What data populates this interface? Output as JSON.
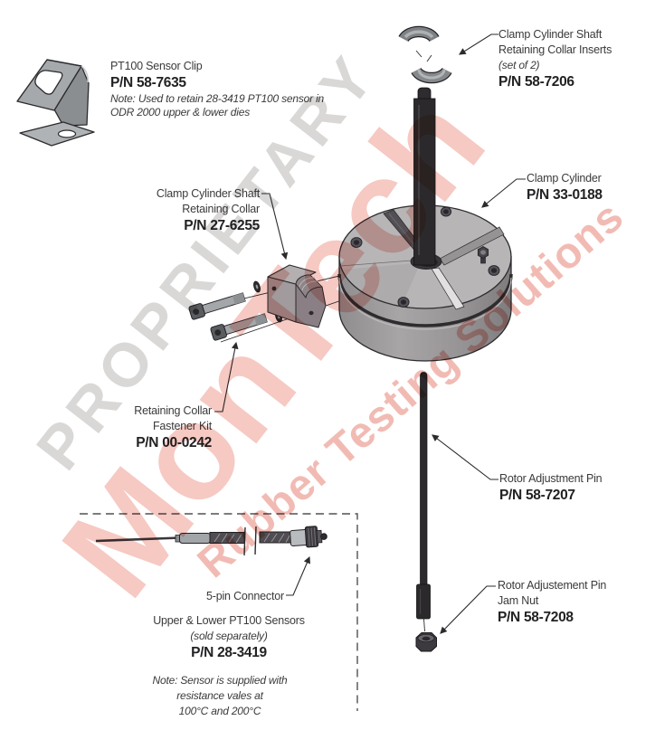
{
  "watermark": {
    "proprietary": "PROPRIETARY",
    "brand": "MonTech",
    "tagline": "Rubber Testing Solutions",
    "gray_color": "#8c8a88",
    "red_color": "#d53723"
  },
  "labels": {
    "sensor_clip": {
      "title": "PT100 Sensor Clip",
      "pn": "P/N 58-7635",
      "note1": "Note: Used to retain 28-3419 PT100 sensor in",
      "note2": "ODR 2000 upper & lower dies"
    },
    "collar_inserts": {
      "line1": "Clamp Cylinder Shaft",
      "line2": "Retaining Collar Inserts",
      "qty": "(set of 2)",
      "pn": "P/N 58-7206"
    },
    "clamp_cylinder": {
      "line1": "Clamp Cylinder",
      "pn": "P/N 33-0188"
    },
    "retaining_collar": {
      "line1": "Clamp Cylinder Shaft",
      "line2": "Retaining Collar",
      "pn": "P/N 27-6255"
    },
    "fastener_kit": {
      "line1": "Retaining Collar",
      "line2": "Fastener Kit",
      "pn": "P/N 00-0242"
    },
    "rotor_pin": {
      "line1": "Rotor Adjustment Pin",
      "pn": "P/N 58-7207"
    },
    "jam_nut": {
      "line1": "Rotor Adjustement Pin",
      "line2": "Jam Nut",
      "pn": "P/N 58-7208"
    },
    "pt100_sensor": {
      "connector": "5-pin Connector",
      "line1": "Upper & Lower PT100 Sensors",
      "line2": "(sold separately)",
      "pn": "P/N 28-3419",
      "note1": "Note: Sensor is supplied with",
      "note2": "resistance vales at",
      "note3": "100°C and 200°C"
    }
  }
}
